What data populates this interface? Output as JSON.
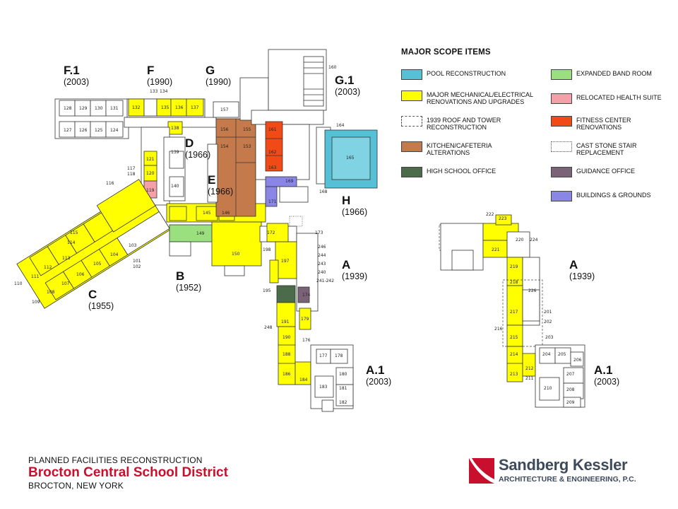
{
  "legend": {
    "title": "MAJOR SCOPE ITEMS",
    "items": [
      {
        "label": "POOL RECONSTRUCTION",
        "color": "#56c1d6",
        "style": "solid"
      },
      {
        "label": "MAJOR MECHANICAL/ELECTRICAL RENOVATIONS AND UPGRADES",
        "color": "#ffff00",
        "style": "solid"
      },
      {
        "label": "1939 ROOF AND TOWER RECONSTRUCTION",
        "color": "#ffffff",
        "style": "dashed"
      },
      {
        "label": "KITCHEN/CAFETERIA ALTERATIONS",
        "color": "#c47a4a",
        "style": "solid"
      },
      {
        "label": "HIGH SCHOOL OFFICE",
        "color": "#4b6b4b",
        "style": "solid"
      },
      {
        "label": "EXPANDED BAND ROOM",
        "color": "#9be07f",
        "style": "solid"
      },
      {
        "label": "RELOCATED HEALTH SUITE",
        "color": "#f4a0a8",
        "style": "solid"
      },
      {
        "label": "FITNESS CENTER RENOVATIONS",
        "color": "#f24a16",
        "style": "solid"
      },
      {
        "label": "CAST STONE STAIR REPLACEMENT",
        "color": "#ffffff",
        "style": "dotted"
      },
      {
        "label": "GUIDANCE OFFICE",
        "color": "#7a6377",
        "style": "solid"
      },
      {
        "label": "BUILDINGS & GROUNDS",
        "color": "#8a86e6",
        "style": "solid"
      }
    ]
  },
  "wings": {
    "f1": {
      "letter": "F.1",
      "year": "(2003)"
    },
    "f": {
      "letter": "F",
      "year": "(1990)"
    },
    "g": {
      "letter": "G",
      "year": "(1990)"
    },
    "g1": {
      "letter": "G.1",
      "year": "(2003)"
    },
    "d": {
      "letter": "D",
      "year": "(1966)"
    },
    "e": {
      "letter": "E",
      "year": "(1966)"
    },
    "h": {
      "letter": "H",
      "year": "(1966)"
    },
    "a": {
      "letter": "A",
      "year": "(1939)"
    },
    "b": {
      "letter": "B",
      "year": "(1952)"
    },
    "c": {
      "letter": "C",
      "year": "(1955)"
    },
    "a1": {
      "letter": "A.1",
      "year": "(2003)"
    },
    "a_second": {
      "letter": "A",
      "year": "(1939)"
    },
    "a1_second": {
      "letter": "A.1",
      "year": "(2003)"
    }
  },
  "rooms": {
    "r128": "128",
    "r129": "129",
    "r130": "130",
    "r131": "131",
    "r132": "132",
    "r127": "127",
    "r126": "126",
    "r125": "125",
    "r124": "124",
    "r133": "133",
    "r134": "134",
    "r135": "135",
    "r136": "136",
    "r137": "137",
    "r138": "138",
    "r139": "139",
    "r140": "140",
    "r121": "121",
    "r120": "120",
    "r119": "119",
    "r117": "117",
    "r118": "118",
    "r116": "116",
    "r115": "115",
    "r114": "114",
    "r113": "113",
    "r112": "112",
    "r111": "111",
    "r110": "110",
    "r109": "109",
    "r108": "108",
    "r107": "107",
    "r106": "106",
    "r105": "105",
    "r104": "104",
    "r103": "103",
    "r101": "101",
    "r102": "102",
    "r145": "145",
    "r146": "146",
    "r149": "149",
    "r150": "150",
    "r157": "157",
    "r154": "154",
    "r156": "156",
    "r153": "153",
    "r155": "155",
    "r161": "161",
    "r162": "162",
    "r165": "165",
    "r169": "169",
    "r171": "171",
    "r172": "172",
    "r173": "173",
    "r176": "176",
    "r177": "177",
    "r178": "178",
    "r179": "179",
    "r180": "180",
    "r181": "181",
    "r182": "182",
    "r183": "183",
    "r184": "184",
    "r186": "186",
    "r188": "188",
    "r190": "190",
    "r191": "191",
    "r195": "195",
    "r197": "197",
    "r198": "198",
    "r174": "174",
    "r160": "160",
    "r164": "164",
    "r163": "163",
    "r168": "168",
    "r246": "246",
    "r244": "244",
    "r243": "243",
    "r240": "240",
    "r241_242": "241-242",
    "r248": "248",
    "r201": "201",
    "r202": "202",
    "r203": "203",
    "r204": "204",
    "r205": "205",
    "r206": "206",
    "r207": "207",
    "r208": "208",
    "r209": "209",
    "r210": "210",
    "r211": "211",
    "r212": "212",
    "r213": "213",
    "r214": "214",
    "r215": "215",
    "r216": "216",
    "r217": "217",
    "r218": "218",
    "r219": "219",
    "r220": "220",
    "r221": "221",
    "r222": "222",
    "r223": "223",
    "r224": "224",
    "r226": "226"
  },
  "footer": {
    "line1": "PLANNED FACILITIES RECONSTRUCTION",
    "line2": "Brocton Central School District",
    "line3": "BROCTON, NEW YORK"
  },
  "logo": {
    "name": "Sandberg Kessler",
    "subtitle": "ARCHITECTURE & ENGINEERING, P.C.",
    "accent": "#c8102e"
  }
}
